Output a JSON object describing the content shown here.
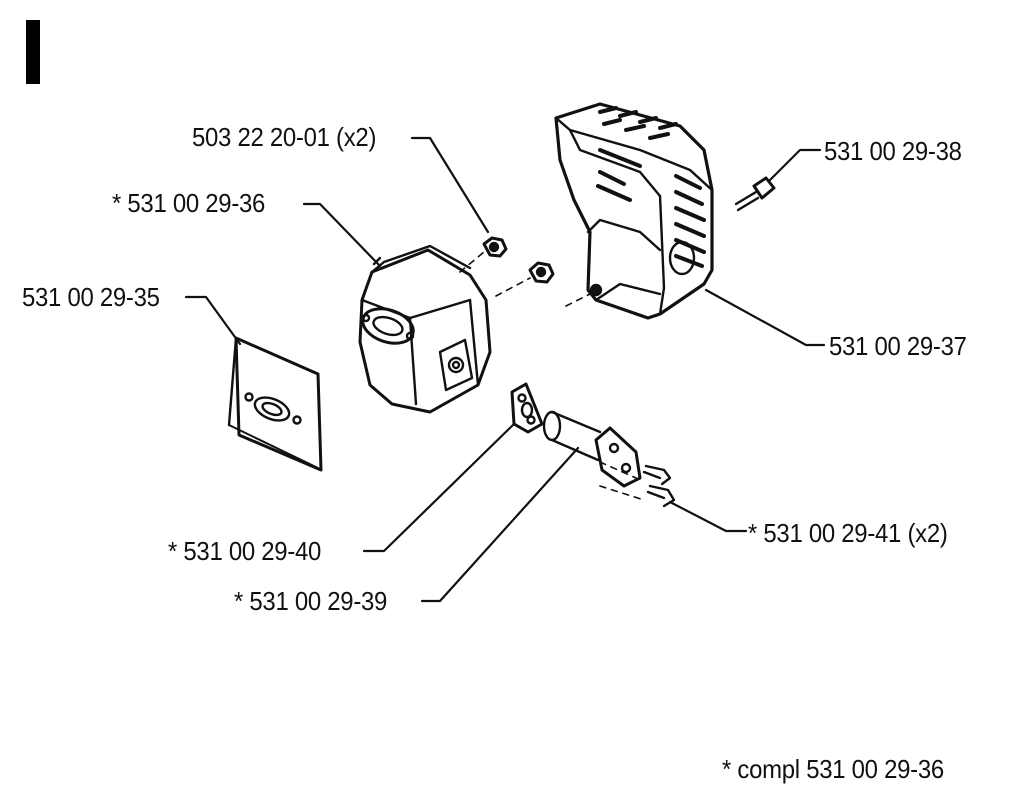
{
  "section_letter": "I",
  "labels": {
    "nut": "503 22 20-01 (x2)",
    "muffler": "*  531 00 29-36",
    "gasket": "531 00 29-35",
    "screw_top": "531 00 29-38",
    "cover": "531 00 29-37",
    "bracket_gasket": "*  531 00 29-40",
    "tube": "*  531 00 29-39",
    "screws_bottom": "*  531 00 29-41 (x2)"
  },
  "footnote": "*  compl 531 00 29-36",
  "colors": {
    "ink": "#111111",
    "background": "#ffffff"
  }
}
